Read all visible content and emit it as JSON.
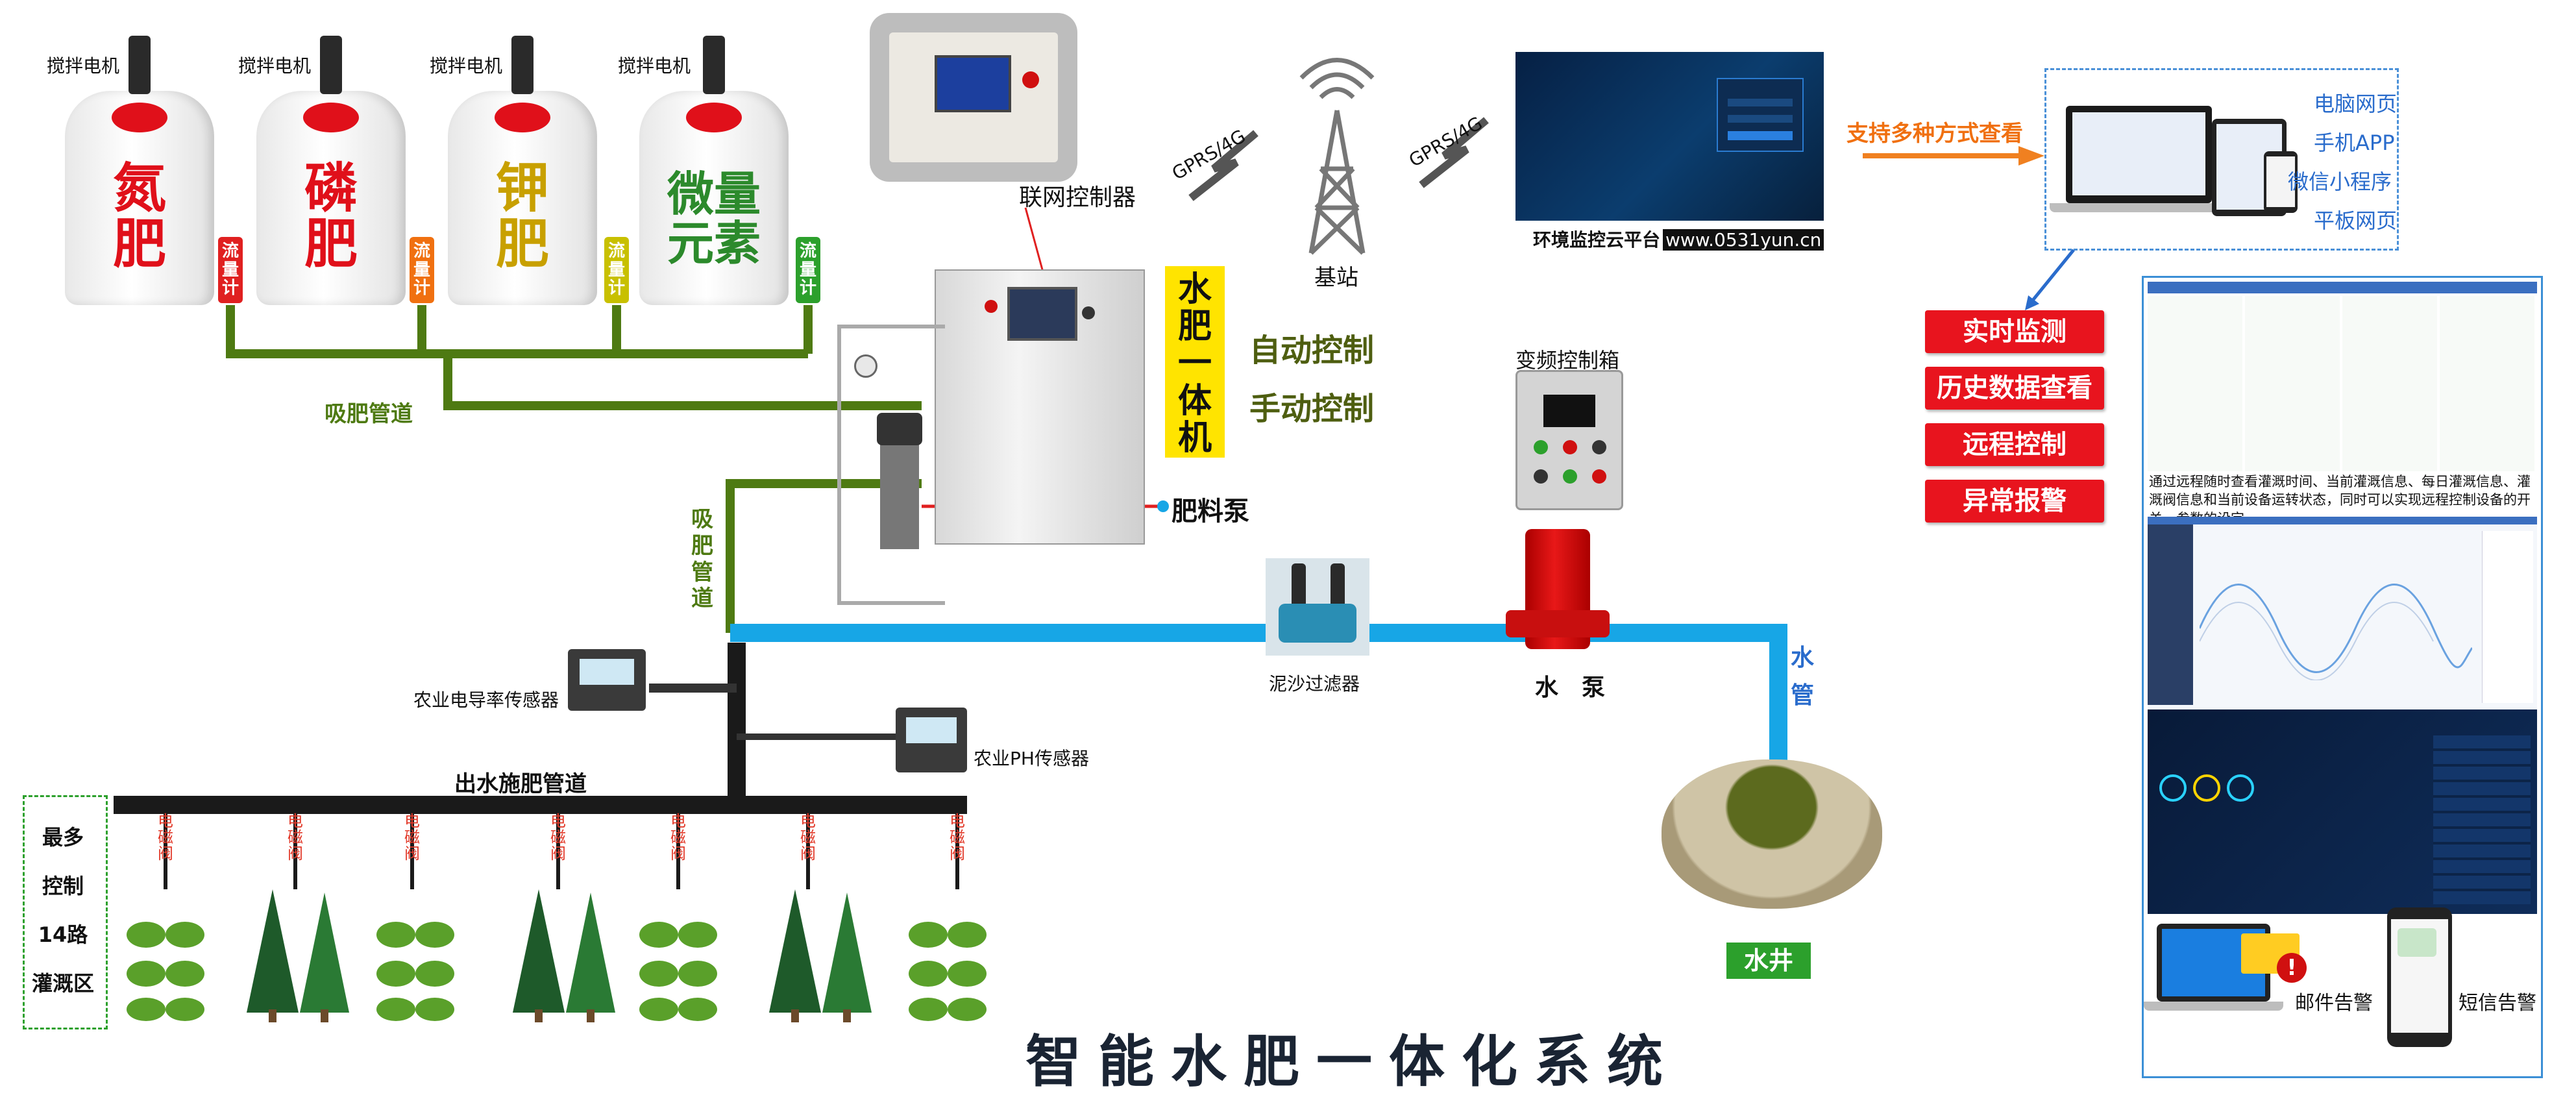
{
  "mixer_label": "搅拌电机",
  "tanks": [
    {
      "line1": "氮",
      "line2": "肥",
      "color": "#e0101a"
    },
    {
      "line1": "磷",
      "line2": "肥",
      "color": "#e0101a"
    },
    {
      "line1": "钾",
      "line2": "肥",
      "color": "#c8a000"
    },
    {
      "line1": "微量",
      "line2": "元素",
      "color": "#2c8a2c"
    }
  ],
  "flowmeter": {
    "line1": "流",
    "line2": "量",
    "line3": "计"
  },
  "suction_pipe": "吸肥管道",
  "suction_pipe_vertical": [
    "吸",
    "肥",
    "管",
    "道"
  ],
  "controller": "联网控制器",
  "gprs_label": "GPRS/4G",
  "base_station": "基站",
  "cloud_platform": {
    "name": "环境监控云平台",
    "url": "www.0531yun.cn"
  },
  "support_text": "支持多种方式查看",
  "view_modes": [
    "电脑网页",
    "手机APP",
    "微信小程序",
    "平板网页"
  ],
  "machine_label": [
    "水",
    "肥",
    "一",
    "体",
    "机"
  ],
  "control_modes": [
    "自动控制",
    "手动控制"
  ],
  "fertilizer_pump": "肥料泵",
  "vfd_box": "变频控制箱",
  "features": [
    "实时监测",
    "历史数据查看",
    "远程控制",
    "异常报警"
  ],
  "description": "通过远程随时查看灌溉时间、当前灌溉信息、每日灌溉信息、灌溉阀信息和当前设备运转状态，同时可以实现远程控制设备的开关、参数的设定。",
  "filter_label": "泥沙过滤器",
  "pump_label": "水　泵",
  "water_pipe": [
    "水",
    "管"
  ],
  "well_label": "水井",
  "ec_sensor": "农业电导率传感器",
  "ph_sensor": "农业PH传感器",
  "outlet_pipe": "出水施肥管道",
  "valve_label": [
    "电",
    "磁",
    "阀"
  ],
  "zone_label": [
    "最多",
    "控制",
    "14路",
    "灌溉区"
  ],
  "email_alarm": "邮件告警",
  "sms_alarm": "短信告警",
  "title": "智能水肥一体化系统",
  "colors": {
    "green_pipe": "#4e7a12",
    "blue_pipe": "#17a6e6",
    "black_pipe": "#1a1a1a",
    "alarm_red": "#e8141e",
    "mode_blue": "#2a6ccc",
    "label_yellow": "#ffe400"
  }
}
